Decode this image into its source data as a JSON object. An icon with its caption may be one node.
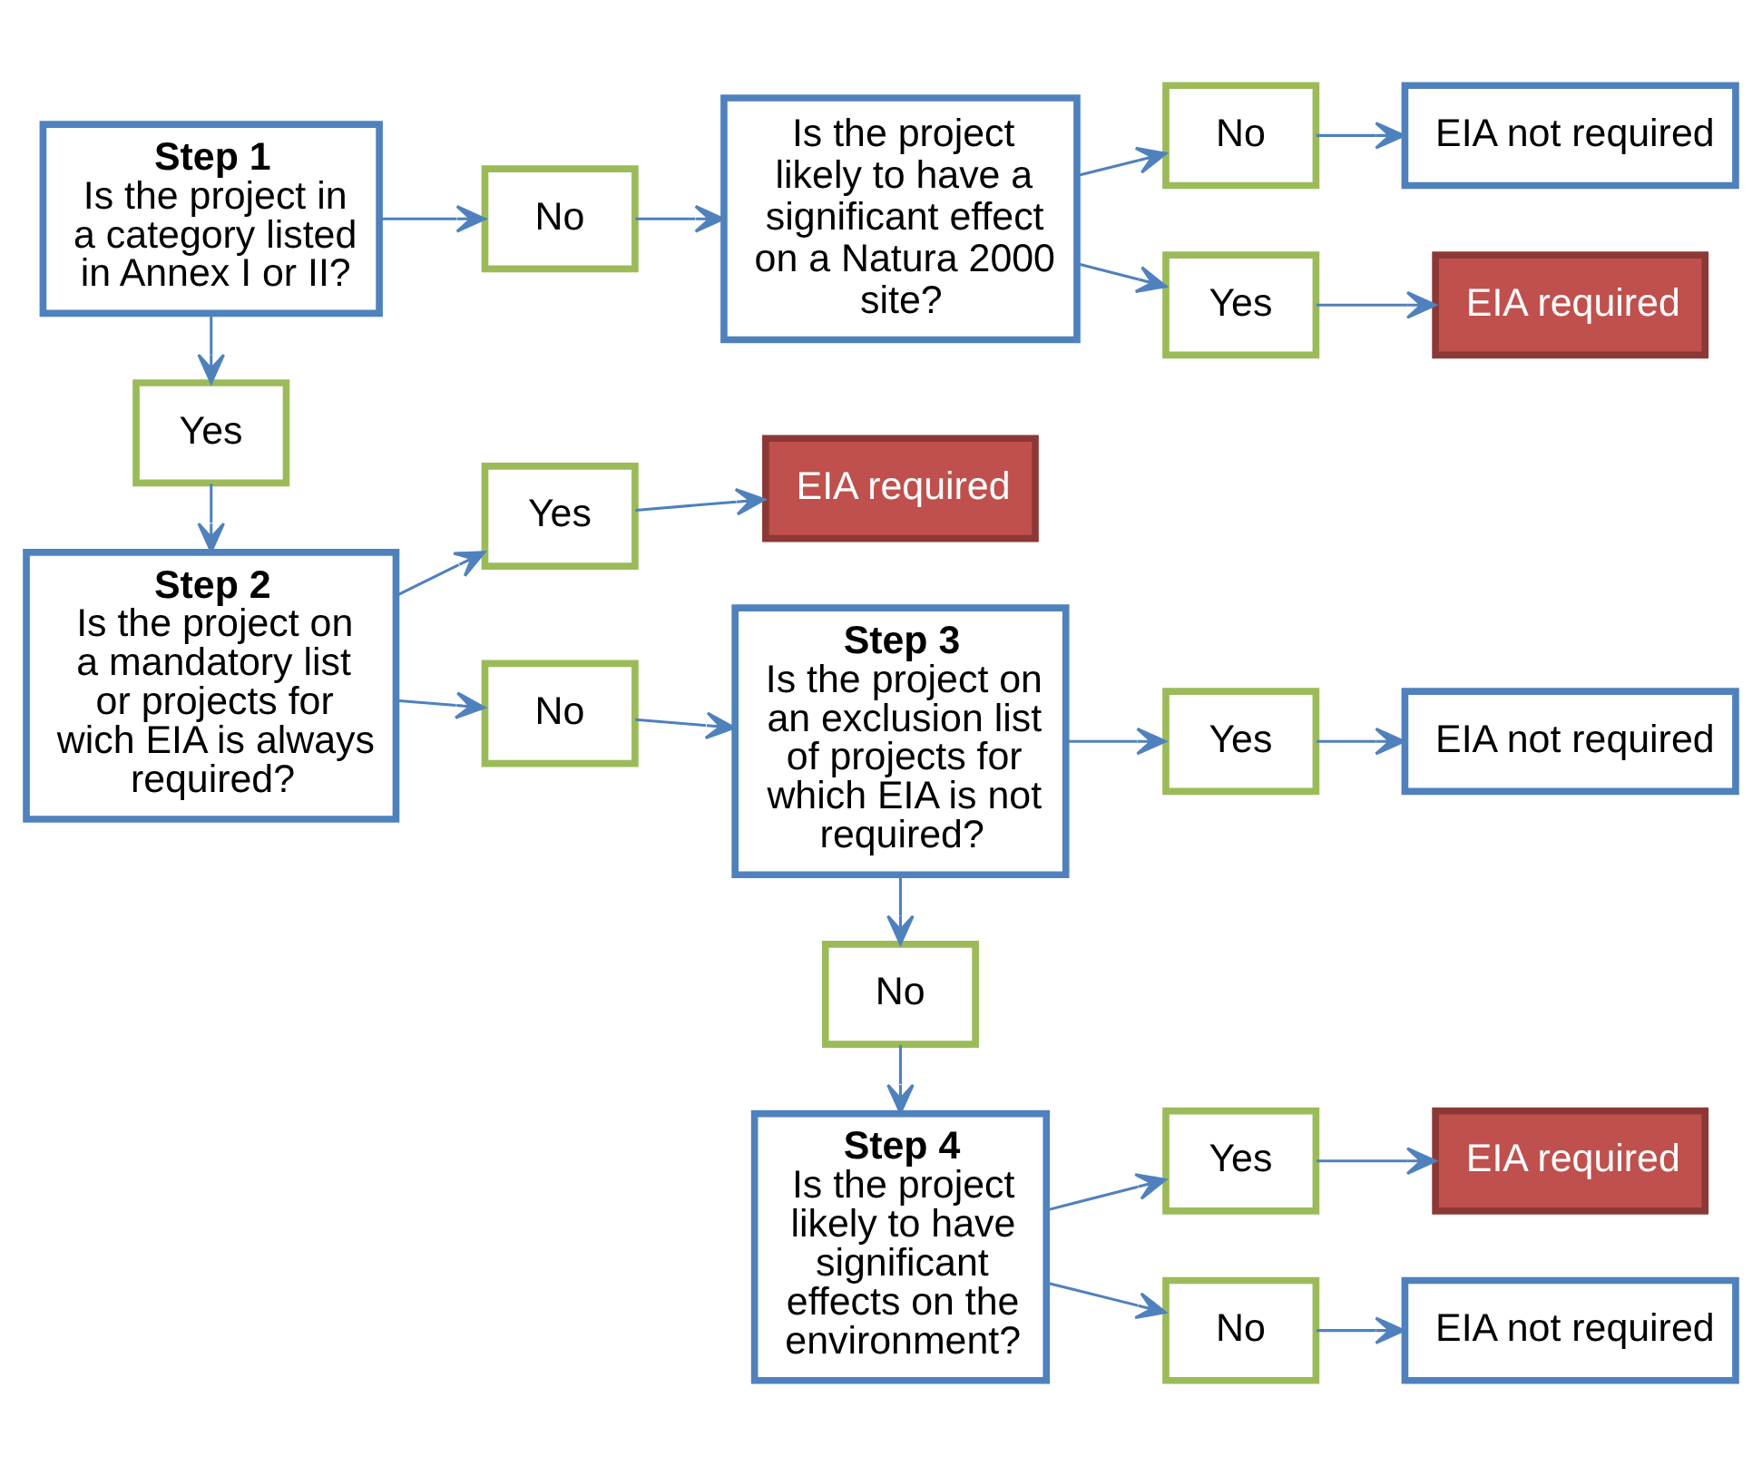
{
  "diagram": {
    "nodes": [
      {
        "text": [
          "Step 1",
          "Is the project in a category listed in Annex I or II?"
        ]
      },
      {
        "text": [
          "No"
        ]
      },
      {
        "text": [
          "Is the project likely to have a significant effect on a Natura 2000 site?"
        ]
      },
      {
        "text": [
          "No"
        ]
      },
      {
        "text": [
          "EIA not required"
        ]
      },
      {
        "text": [
          "Yes"
        ]
      },
      {
        "text": [
          "EIA required"
        ]
      },
      {
        "text": [
          "Yes"
        ]
      },
      {
        "text": [
          "Step 2",
          "Is the project on a mandatory list or projects for wich EIA is always required?"
        ]
      },
      {
        "text": [
          "Yes"
        ]
      },
      {
        "text": [
          "EIA required"
        ]
      },
      {
        "text": [
          "No"
        ]
      },
      {
        "text": [
          "Step 3",
          "Is the project on an exclusion list of projects for which EIA is not required?"
        ]
      },
      {
        "text": [
          "Yes"
        ]
      },
      {
        "text": [
          "EIA not required"
        ]
      },
      {
        "text": [
          "No"
        ]
      },
      {
        "text": [
          "Step 4",
          "Is the project likely to have significant effects on the environment?"
        ]
      },
      {
        "text": [
          "Yes"
        ]
      },
      {
        "text": [
          "EIA required"
        ]
      },
      {
        "text": [
          "No"
        ]
      },
      {
        "text": [
          "EIA not required"
        ]
      }
    ],
    "edges": [
      {
        "from": 0,
        "to": 1,
        "arrow": "to"
      },
      {
        "from": 1,
        "to": 2,
        "arrow": "to"
      },
      {
        "from": 2,
        "to": 3,
        "arrow": "to"
      },
      {
        "from": 3,
        "to": 4,
        "arrow": "to"
      },
      {
        "from": 2,
        "to": 5,
        "arrow": "to"
      },
      {
        "from": 5,
        "to": 6,
        "arrow": "to"
      },
      {
        "from": 0,
        "to": 7,
        "arrow": "to"
      },
      {
        "from": 7,
        "to": 8,
        "arrow": "to"
      },
      {
        "from": 8,
        "to": 9,
        "arrow": "to"
      },
      {
        "from": 9,
        "to": 10,
        "arrow": "to"
      },
      {
        "from": 8,
        "to": 11,
        "arrow": "to"
      },
      {
        "from": 11,
        "to": 12,
        "arrow": "to"
      },
      {
        "from": 12,
        "to": 13,
        "arrow": "to"
      },
      {
        "from": 13,
        "to": 14,
        "arrow": "to"
      },
      {
        "from": 12,
        "to": 15,
        "arrow": "to"
      },
      {
        "from": 15,
        "to": 16,
        "arrow": "to"
      },
      {
        "from": 16,
        "to": 17,
        "arrow": "to"
      },
      {
        "from": 17,
        "to": 18,
        "arrow": "to"
      },
      {
        "from": 16,
        "to": 19,
        "arrow": "to"
      },
      {
        "from": 19,
        "to": 20,
        "arrow": "to"
      }
    ]
  }
}
